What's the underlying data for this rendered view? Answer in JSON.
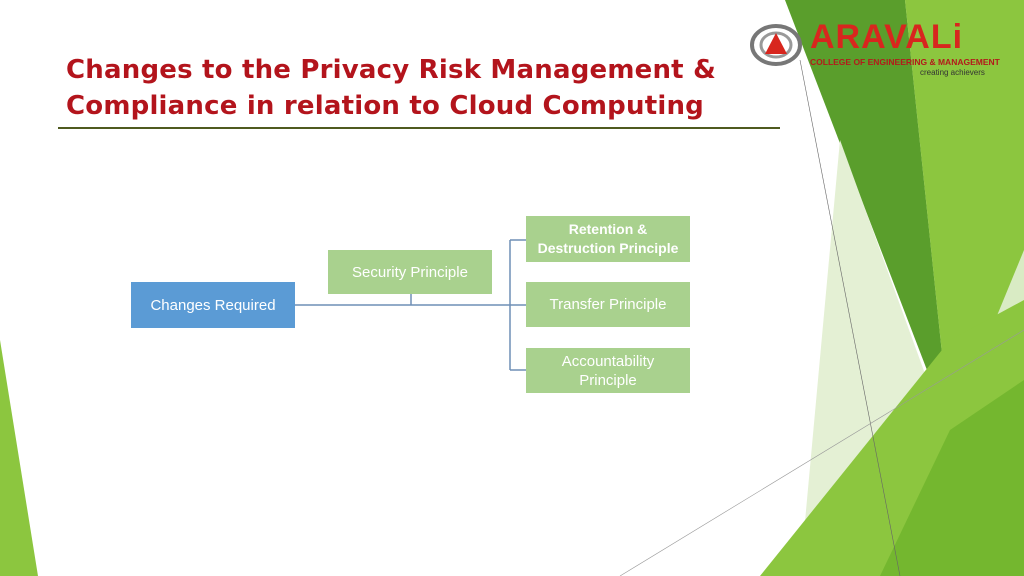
{
  "slide": {
    "title_line1": "Changes to the Privacy Risk Management &",
    "title_line2": "Compliance in relation to Cloud Computing"
  },
  "logo": {
    "name": "ARAVALi",
    "subtitle": "COLLEGE OF ENGINEERING & MANAGEMENT",
    "tagline": "creating achievers"
  },
  "diagram": {
    "root": "Changes Required",
    "level1": "Security Principle",
    "level2": [
      "Retention & Destruction Principle",
      "Transfer Principle",
      "Accountability Principle"
    ],
    "colors": {
      "root": "#5b9bd5",
      "child": "#a9d18e",
      "connector": "#6f8fb5"
    }
  }
}
